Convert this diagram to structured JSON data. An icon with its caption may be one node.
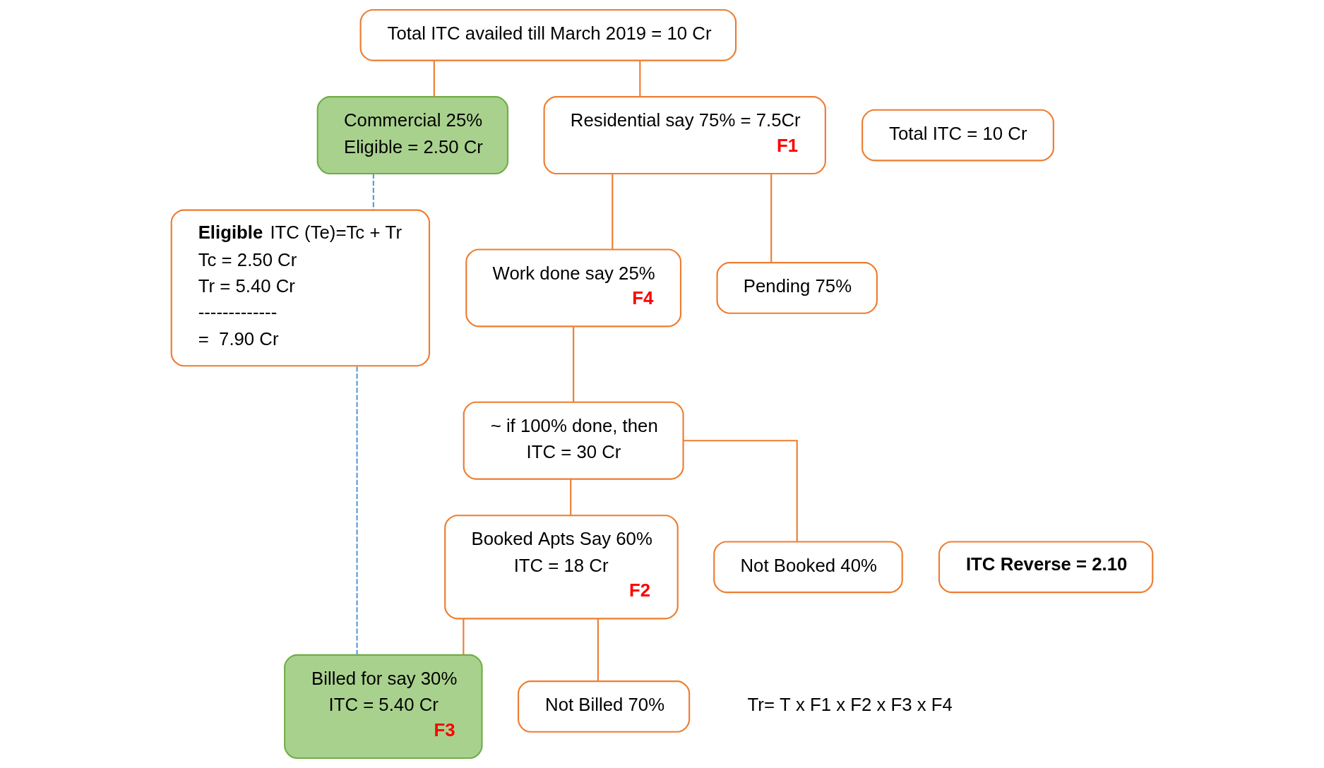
{
  "diagram": {
    "nodes": [
      {
        "text": [
          "Total ITC availed till March 2019 = 10 Cr"
        ]
      },
      {
        "text": [
          "Commercial 25%",
          "Eligible = 2.50 Cr"
        ]
      },
      {
        "text": [
          "Residential say 75% = 7.5Cr",
          "F1"
        ]
      },
      {
        "text": [
          "Work done say 25%",
          "F4"
        ]
      },
      {
        "text": [
          "Pending 75%"
        ]
      },
      {
        "text": [
          "~ if 100% done, then",
          "ITC = 30 Cr"
        ]
      },
      {
        "text": [
          "Booked Apts Say 60%",
          "ITC = 18 Cr",
          "F2"
        ]
      },
      {
        "text": [
          "Not Booked 40%"
        ]
      },
      {
        "text": [
          "Billed for say 30%",
          "ITC = 5.40 Cr",
          "F3"
        ]
      },
      {
        "text": [
          "Not Billed 70%"
        ]
      },
      {
        "text": [
          "Total ITC = 10 Cr"
        ]
      },
      {
        "text": [
          "**Eligible** ITC (Te)=Tc + Tr",
          "Tc = 2.50 Cr",
          "Tr = 5.40 Cr",
          "-------------",
          "=  7.90 Cr"
        ]
      },
      {
        "text": [
          "ITC Reverse = 2.10"
        ]
      }
    ],
    "edges": [
      {
        "from": 0,
        "to": 1,
        "arrow": "none"
      },
      {
        "from": 0,
        "to": 2,
        "arrow": "none"
      },
      {
        "from": 2,
        "to": 3,
        "arrow": "none"
      },
      {
        "from": 2,
        "to": 4,
        "arrow": "none"
      },
      {
        "from": 3,
        "to": 5,
        "arrow": "none"
      },
      {
        "from": 5,
        "to": 6,
        "arrow": "none"
      },
      {
        "from": 5,
        "to": 7,
        "arrow": "none"
      },
      {
        "from": 6,
        "to": 8,
        "arrow": "none"
      },
      {
        "from": 6,
        "to": 9,
        "arrow": "none"
      },
      {
        "from": 1,
        "to": 11,
        "arrow": "none",
        "style": "dashed",
        "color": "#5b9bd5"
      },
      {
        "from": 8,
        "to": 11,
        "arrow": "none",
        "style": "dashed",
        "color": "#5b9bd5"
      }
    ],
    "labels": [
      "Tr= T x F1 x F2 x F3 x F4"
    ]
  }
}
